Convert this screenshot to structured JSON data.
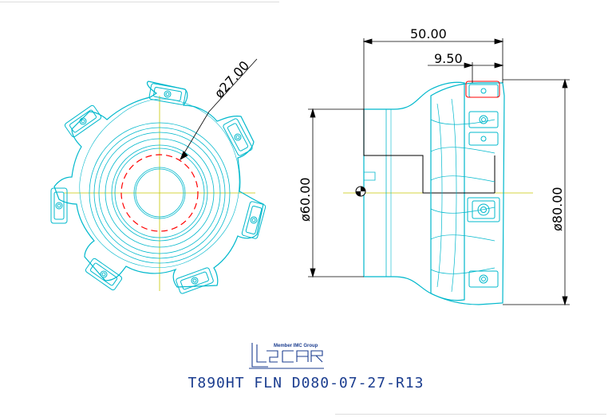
{
  "dimensions": {
    "bore_diameter": "ø27.00",
    "overall_length": "50.00",
    "insert_offset": "9.50",
    "hub_diameter": "ø60.00",
    "cutting_diameter": "ø80.00"
  },
  "brand": {
    "tagline": "Member IMC Group",
    "logo_name": "iscar-logo"
  },
  "caption": "T890HT FLN D080-07-27-R13",
  "colors": {
    "outline": "#00b8cc",
    "centerline": "#c8c800",
    "bore_dashed": "#ff0000",
    "dimension": "#000000",
    "brand": "#1b3d8f"
  }
}
